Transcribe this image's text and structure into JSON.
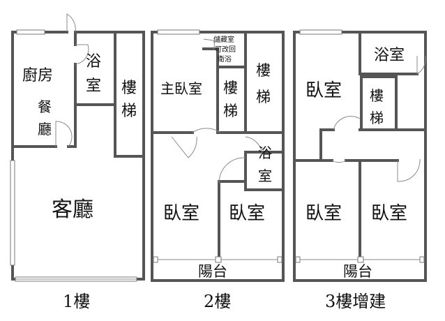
{
  "floors": {
    "f1": {
      "label": "1樓",
      "rooms": {
        "kitchen": "廚房",
        "bath_top": "浴",
        "bath_bottom": "室",
        "stairs_top": "樓",
        "stairs_bottom": "梯",
        "dining_top": "餐",
        "dining_bottom": "廳",
        "living": "客廳"
      }
    },
    "f2": {
      "label": "2樓",
      "rooms": {
        "storage_line1": "儲藏室",
        "storage_line2": "可改回",
        "storage_line3": "衛浴",
        "master": "主臥室",
        "stairs_top": "樓",
        "stairs_bottom": "梯",
        "stairs2_top": "樓",
        "stairs2_bottom": "梯",
        "bath_top": "浴",
        "bath_bottom": "室",
        "bed_left": "臥室",
        "bed_right": "臥室",
        "balcony": "陽台"
      }
    },
    "f3": {
      "label": "3樓增建",
      "rooms": {
        "bed_top": "臥室",
        "bath": "浴室",
        "stairs_top": "樓",
        "stairs_bottom": "梯",
        "bed_left": "臥室",
        "bed_right": "臥室",
        "balcony": "陽台"
      }
    }
  },
  "colors": {
    "wall": "#555555",
    "text": "#111111",
    "background": "#ffffff"
  }
}
